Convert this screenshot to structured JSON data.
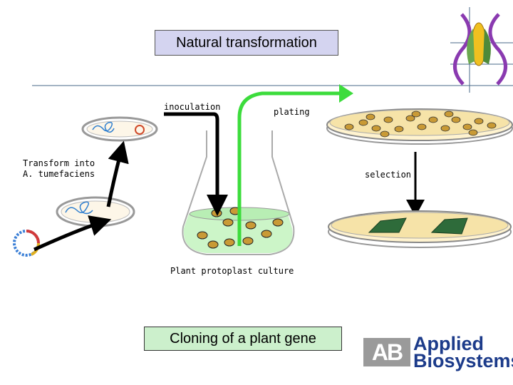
{
  "labels": {
    "title": "Natural transformation",
    "inoculation": "inoculation",
    "plating": "plating",
    "transform_line1": "Transform into",
    "transform_line2": "A. tumefaciens",
    "selection": "selection",
    "culture": "Plant protoplast culture",
    "bottom": "Cloning of a plant gene"
  },
  "logo": {
    "mark": "AB",
    "line1": "Applied",
    "line2": "Biosystems"
  },
  "colors": {
    "title_box": "#d4d4f0",
    "bottom_box": "#ccf0cc",
    "green_arrow": "#3cdc3c",
    "black_arrow": "#000000",
    "plant_tissue": "#2e6b3a",
    "logo_blue": "#1c3b8a"
  }
}
